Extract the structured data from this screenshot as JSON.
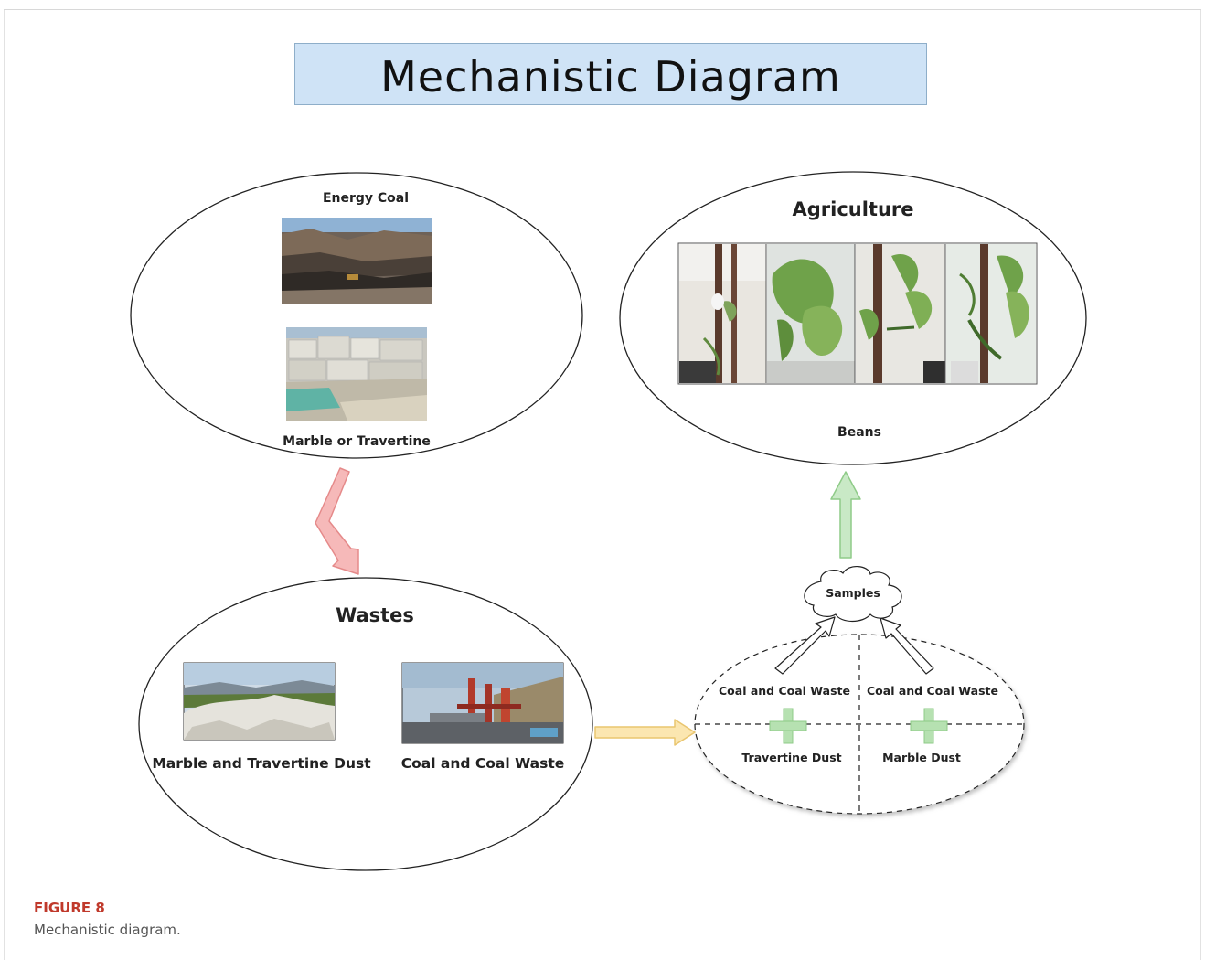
{
  "title": "Mechanistic Diagram",
  "sources": {
    "energy_coal": "Energy Coal",
    "marble_travertine": "Marble or Travertine"
  },
  "agriculture": {
    "heading": "Agriculture",
    "crop": "Beans"
  },
  "wastes": {
    "heading": "Wastes",
    "marble_dust": "Marble and Travertine Dust",
    "coal_waste": "Coal and Coal Waste"
  },
  "mixtures": {
    "samples": "Samples",
    "top_left": "Coal and Coal Waste",
    "top_right": "Coal and Coal Waste",
    "bottom_left": "Travertine Dust",
    "bottom_right": "Marble Dust"
  },
  "caption": {
    "figure_label": "FIGURE 8",
    "text": "Mechanistic diagram."
  },
  "colors": {
    "title_bg": "#cfe3f6",
    "arrow_red": "#f6b9b9",
    "arrow_green": "#c9e9c6",
    "arrow_yellow": "#fbe6b0",
    "plus_green": "#b6e1b1"
  }
}
